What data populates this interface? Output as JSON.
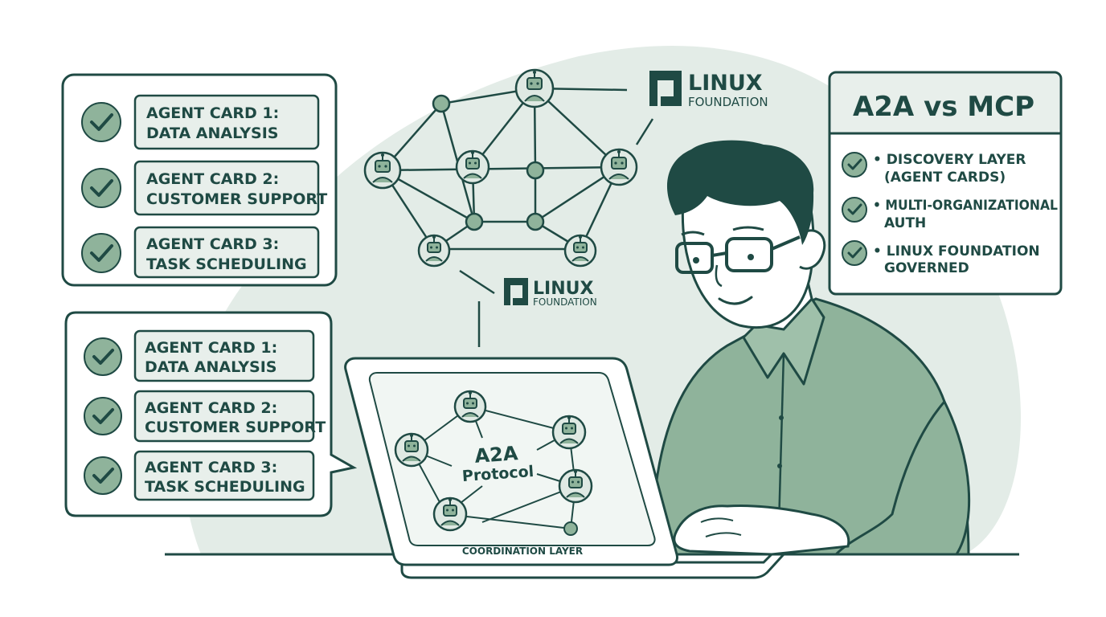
{
  "left_panel_top": {
    "cards": [
      {
        "line1": "AGENT CARD 1:",
        "line2": "DATA ANALYSIS"
      },
      {
        "line1": "AGENT CARD 2:",
        "line2": "CUSTOMER SUPPORT"
      },
      {
        "line1": "AGENT CARD 3:",
        "line2": "TASK SCHEDULING"
      }
    ]
  },
  "left_panel_bottom": {
    "cards": [
      {
        "line1": "AGENT CARD 1:",
        "line2": "DATA ANALYSIS"
      },
      {
        "line1": "AGENT CARD 2:",
        "line2": "CUSTOMER SUPPORT"
      },
      {
        "line1": "AGENT CARD 3:",
        "line2": "TASK SCHEDULING"
      }
    ]
  },
  "logo_top": {
    "word": "LINUX",
    "sub": "FOUNDATION"
  },
  "logo_mid": {
    "word": "LINUX",
    "sub": "FOUNDATION"
  },
  "comparison": {
    "title": "A2A vs MCP",
    "items": [
      {
        "line1": "• DISCOVERY LAYER",
        "line2": "(AGENT CARDS)"
      },
      {
        "line1": "• MULTI-ORGANIZATIONAL",
        "line2": "AUTH"
      },
      {
        "line1": "• LINUX FOUNDATION",
        "line2": "GOVERNED"
      }
    ]
  },
  "laptop": {
    "protocol_line1": "A2A",
    "protocol_line2": "Protocol",
    "footer": "COORDINATION LAYER"
  },
  "colors": {
    "ink": "#1f4a44",
    "sage": "#8fb39b",
    "sage_light": "#dfe9e3",
    "card_fill": "#e8efeb",
    "background_blob": "#e3ece7"
  }
}
